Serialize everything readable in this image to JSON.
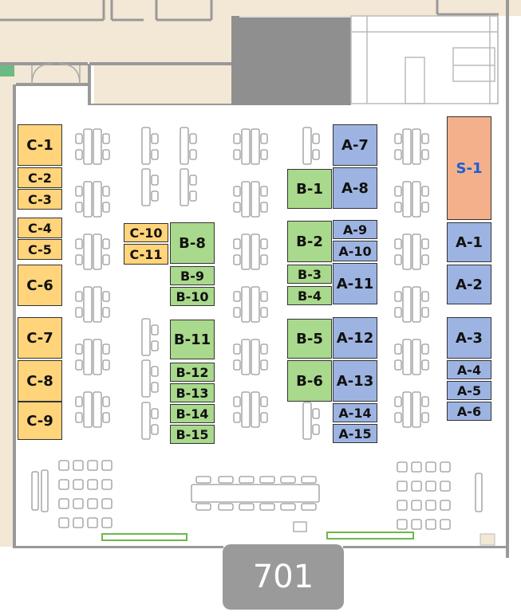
{
  "room_label": "701",
  "colors": {
    "c_zone": "#FFD47A",
    "b_zone": "#A9D98C",
    "a_zone": "#9DB4E2",
    "s_zone": "#F0966A",
    "s_text": "#1A5FD6"
  },
  "zones": {
    "c": [
      {
        "id": "C-1"
      },
      {
        "id": "C-2"
      },
      {
        "id": "C-3"
      },
      {
        "id": "C-4"
      },
      {
        "id": "C-5"
      },
      {
        "id": "C-6"
      },
      {
        "id": "C-7"
      },
      {
        "id": "C-8"
      },
      {
        "id": "C-9"
      },
      {
        "id": "C-10"
      },
      {
        "id": "C-11"
      }
    ],
    "b": [
      {
        "id": "B-1"
      },
      {
        "id": "B-2"
      },
      {
        "id": "B-3"
      },
      {
        "id": "B-4"
      },
      {
        "id": "B-5"
      },
      {
        "id": "B-6"
      },
      {
        "id": "B-8"
      },
      {
        "id": "B-9"
      },
      {
        "id": "B-10"
      },
      {
        "id": "B-11"
      },
      {
        "id": "B-12"
      },
      {
        "id": "B-13"
      },
      {
        "id": "B-14"
      },
      {
        "id": "B-15"
      }
    ],
    "a": [
      {
        "id": "A-1"
      },
      {
        "id": "A-2"
      },
      {
        "id": "A-3"
      },
      {
        "id": "A-4"
      },
      {
        "id": "A-5"
      },
      {
        "id": "A-6"
      },
      {
        "id": "A-7"
      },
      {
        "id": "A-8"
      },
      {
        "id": "A-9"
      },
      {
        "id": "A-10"
      },
      {
        "id": "A-11"
      },
      {
        "id": "A-12"
      },
      {
        "id": "A-13"
      },
      {
        "id": "A-14"
      },
      {
        "id": "A-15"
      }
    ],
    "s": [
      {
        "id": "S-1"
      }
    ]
  }
}
